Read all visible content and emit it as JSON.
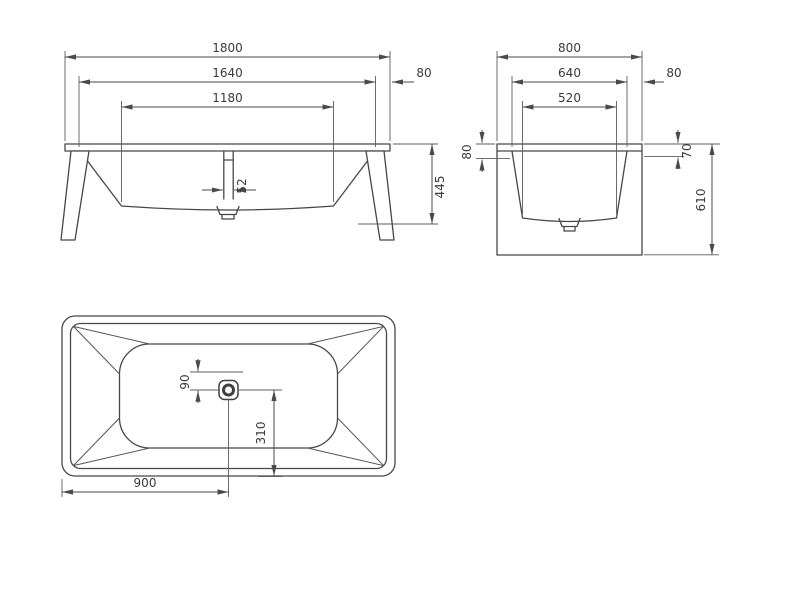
{
  "drawing": {
    "line_color": "#4a4a4a",
    "background_color": "#ffffff",
    "views": {
      "front": {
        "dims": {
          "overall_length": "1800",
          "rim_length": "1640",
          "rim_offset": "80",
          "bottom_length": "1180",
          "waste_width": "52",
          "depth": "445"
        }
      },
      "end": {
        "dims": {
          "overall_width": "800",
          "rim_width": "640",
          "rim_offset": "80",
          "bottom_width": "520",
          "rim_drop_left": "80",
          "rim_drop_right": "70",
          "overall_height": "610"
        }
      },
      "plan": {
        "dims": {
          "drain_offset": "90",
          "drain_to_edge": "310",
          "drain_from_end": "900"
        }
      }
    }
  }
}
